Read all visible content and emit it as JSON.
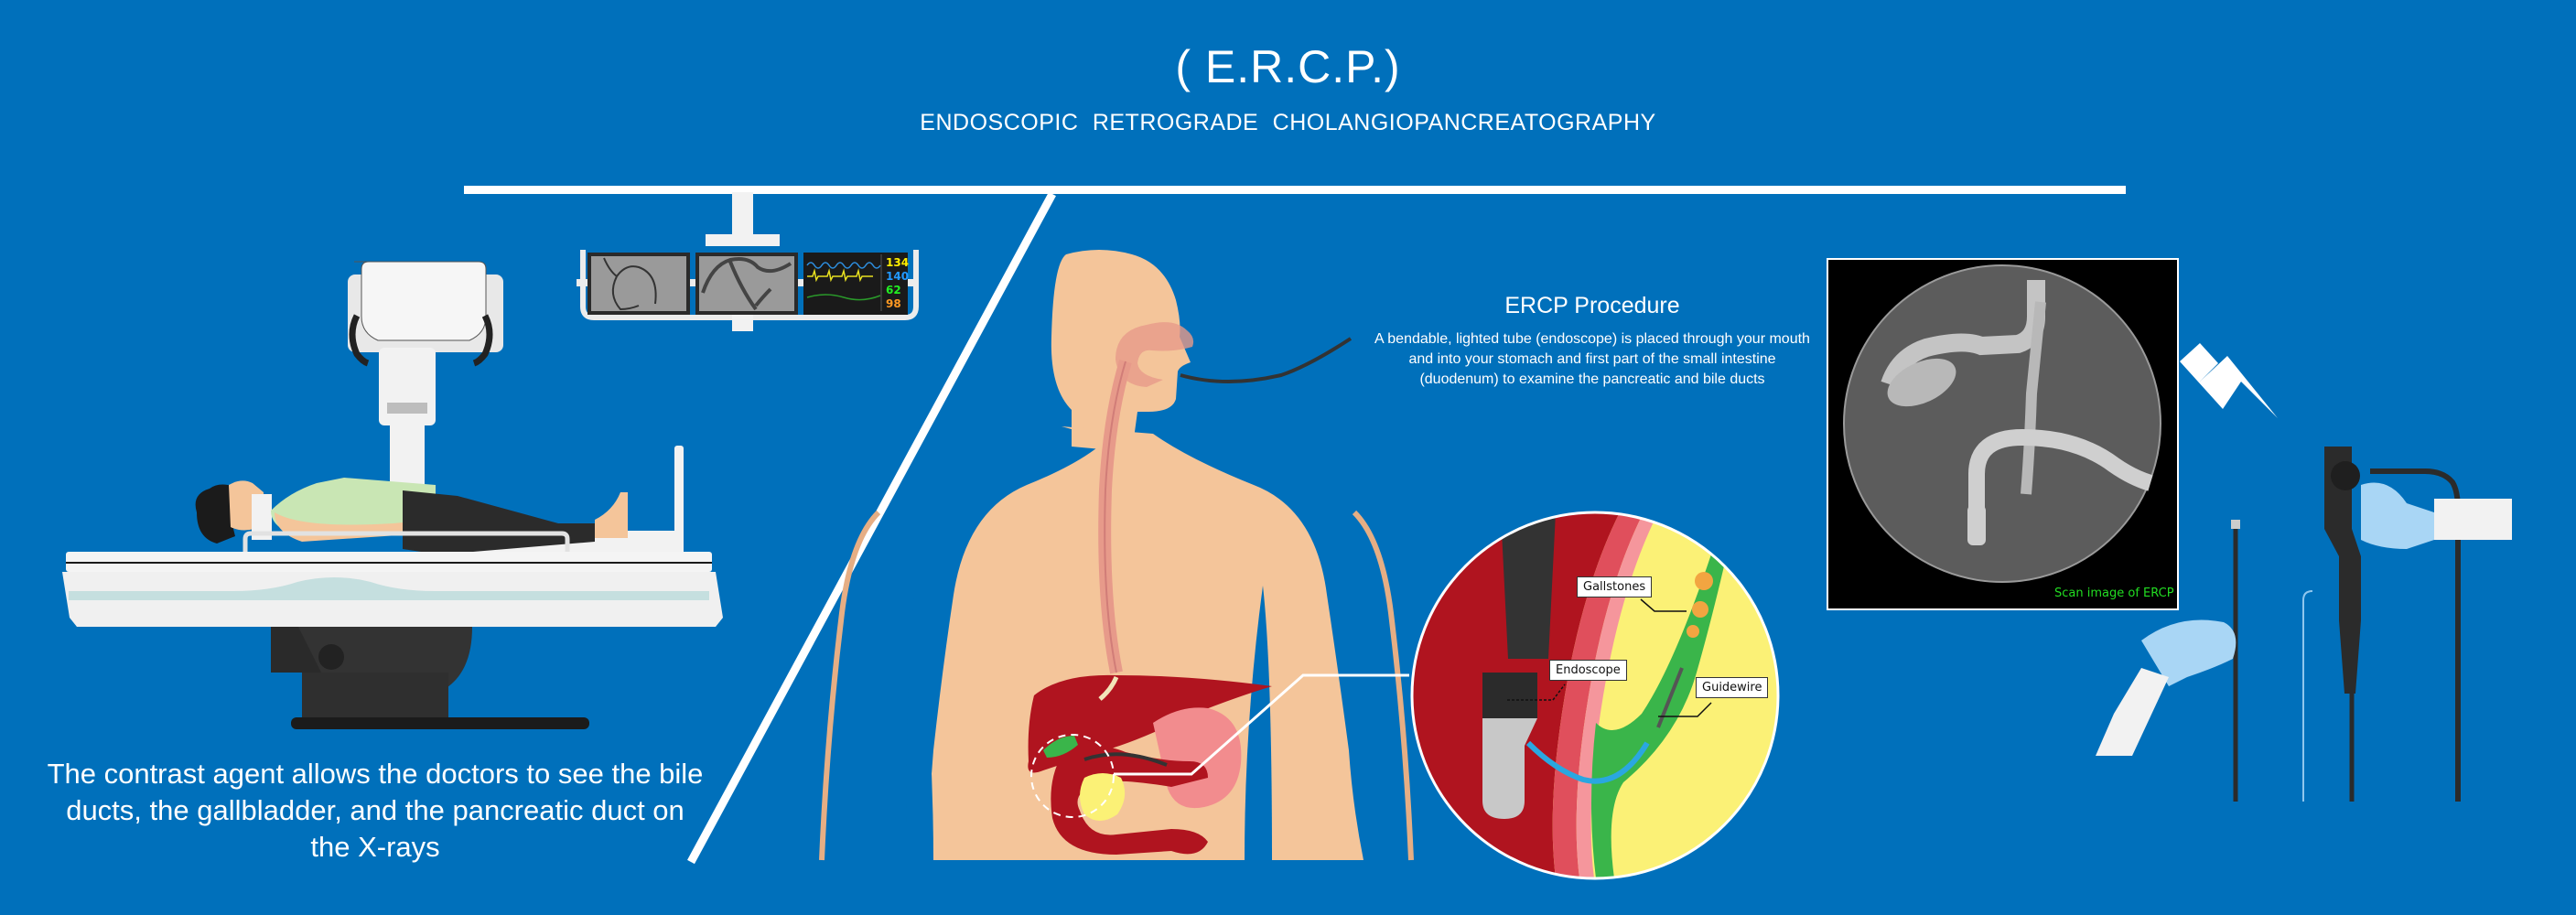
{
  "header": {
    "title": "( E.R.C.P.)",
    "subtitle": "ENDOSCOPIC  RETROGRADE  CHOLANGIOPANCREATOGRAPHY"
  },
  "procedure": {
    "title": "ERCP Procedure",
    "description": "A bendable, lighted tube (endoscope) is placed through your mouth and into your stomach and first part of the small intestine (duodenum) to examine the pancreatic and bile ducts"
  },
  "left_panel": {
    "caption": "The contrast agent allows the doctors to see the bile ducts, the gallbladder, and the pancreatic duct on the X-rays"
  },
  "callout": {
    "labels": {
      "gallstones": "Gallstones",
      "endoscope": "Endoscope",
      "guidewire": "Guidewire"
    }
  },
  "scan": {
    "caption": "Scan image of ERCP"
  },
  "monitor": {
    "values": [
      "134",
      "140",
      "62",
      "98"
    ],
    "colors": [
      "#ffee00",
      "#2299ff",
      "#22ee22",
      "#ff9922"
    ]
  },
  "colors": {
    "background": "#0070BB",
    "skin": "#F4C59A",
    "liver": "#B0141F",
    "bile_yellow": "#FBF176",
    "duct_green": "#3AB54A",
    "glove": "#A9D6F5",
    "scan_text": "#22DD22"
  }
}
